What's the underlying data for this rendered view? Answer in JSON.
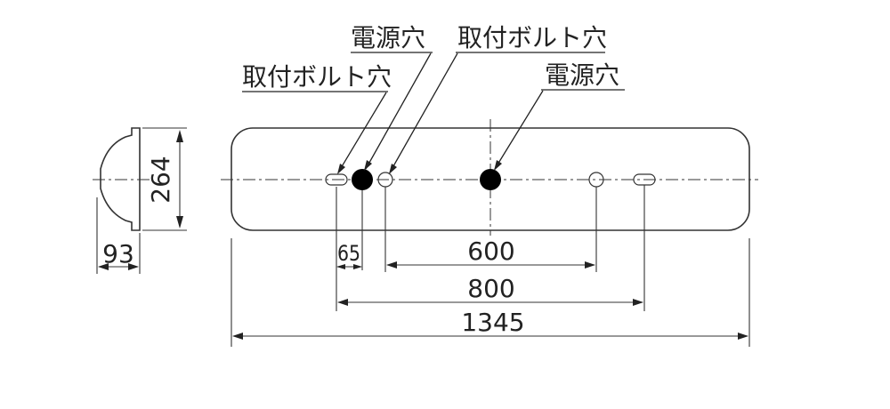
{
  "callouts": {
    "mount_hole_left": "取付ボルト穴",
    "power_hole_left": "電源穴",
    "mount_hole_center": "取付ボルト穴",
    "power_hole_right": "電源穴"
  },
  "dimensions": {
    "height": "264",
    "depth": "93",
    "offset": "65",
    "power_hole_pitch": "600",
    "mount_pitch": "800",
    "overall_length": "1345"
  }
}
